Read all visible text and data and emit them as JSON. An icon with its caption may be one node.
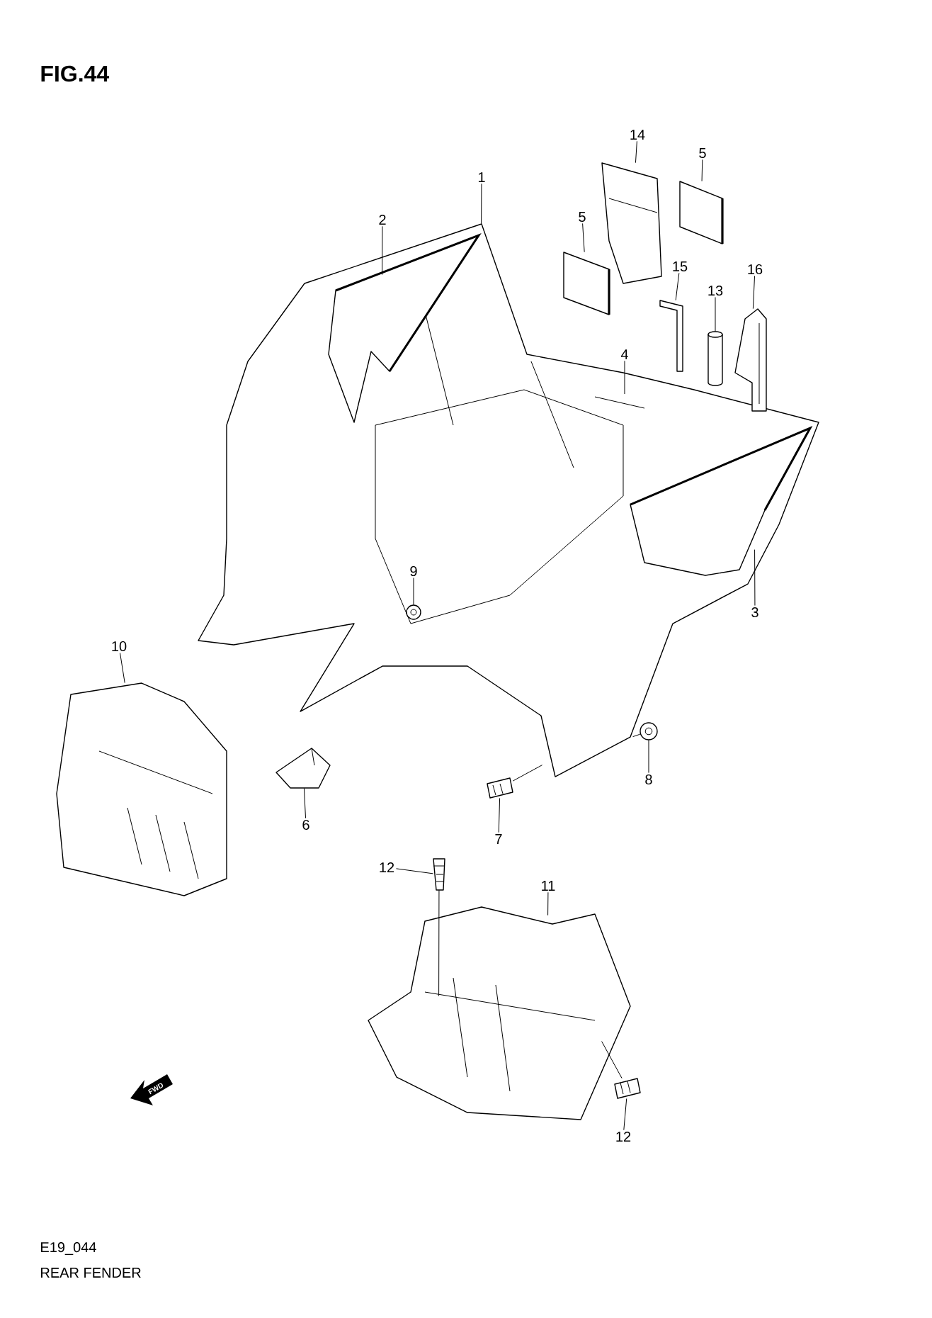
{
  "diagram": {
    "title": "FIG.44",
    "caption": "REAR FENDER",
    "nodes": [
      {
        "text": [
          "1"
        ]
      },
      {
        "text": [],
        "shape": "picture"
      },
      {
        "text": [
          "2"
        ]
      },
      {
        "text": [],
        "shape": "picture",
        "in": 1
      },
      {
        "text": [
          "14"
        ]
      },
      {
        "text": [],
        "shape": "picture"
      },
      {
        "text": [
          "5"
        ]
      },
      {
        "text": [],
        "shape": "box"
      },
      {
        "text": [
          "5"
        ]
      },
      {
        "text": [],
        "shape": "box"
      },
      {
        "text": [
          "15"
        ]
      },
      {
        "text": [],
        "shape": "picture"
      },
      {
        "text": [
          "16"
        ]
      },
      {
        "text": [],
        "shape": "picture"
      },
      {
        "text": [
          "13"
        ]
      },
      {
        "text": [],
        "shape": "cylinder"
      },
      {
        "text": [
          "4"
        ]
      },
      {
        "text": [
          "3"
        ]
      },
      {
        "text": [],
        "shape": "picture",
        "in": 1
      },
      {
        "text": [
          "9"
        ],
        "in": 1
      },
      {
        "text": [],
        "shape": "circle",
        "in": 1
      },
      {
        "text": [
          "10"
        ]
      },
      {
        "text": [],
        "shape": "picture"
      },
      {
        "text": [
          "6"
        ]
      },
      {
        "text": [],
        "shape": "picture"
      },
      {
        "text": [
          "8"
        ]
      },
      {
        "text": [],
        "shape": "circle"
      },
      {
        "text": [
          "7"
        ]
      },
      {
        "text": [],
        "shape": "picture"
      },
      {
        "text": [
          "12"
        ]
      },
      {
        "text": [],
        "shape": "picture"
      },
      {
        "text": [
          "11"
        ]
      },
      {
        "text": [],
        "shape": "picture"
      },
      {
        "text": [
          "12"
        ]
      },
      {
        "text": [],
        "shape": "picture"
      }
    ],
    "edges": [
      {
        "from": 0,
        "to": 1,
        "arrow": "none"
      },
      {
        "from": 2,
        "to": 3,
        "arrow": "none"
      },
      {
        "from": 4,
        "to": 5,
        "arrow": "none"
      },
      {
        "from": 6,
        "to": 7,
        "arrow": "none"
      },
      {
        "from": 8,
        "to": 9,
        "arrow": "none"
      },
      {
        "from": 10,
        "to": 11,
        "arrow": "none"
      },
      {
        "from": 12,
        "to": 13,
        "arrow": "none"
      },
      {
        "from": 14,
        "to": 15,
        "arrow": "none"
      },
      {
        "from": 16,
        "to": null,
        "arrow": "none"
      },
      {
        "from": 17,
        "to": 18,
        "arrow": "none"
      },
      {
        "from": 19,
        "to": 20,
        "arrow": "none"
      },
      {
        "from": 21,
        "to": 22,
        "arrow": "none"
      },
      {
        "from": 23,
        "to": 24,
        "arrow": "none"
      },
      {
        "from": 25,
        "to": 26,
        "arrow": "none"
      },
      {
        "from": 27,
        "to": 28,
        "arrow": "none"
      },
      {
        "from": 29,
        "to": 30,
        "arrow": "none"
      },
      {
        "from": 31,
        "to": 32,
        "arrow": "none"
      },
      {
        "from": 33,
        "to": 34,
        "arrow": "none"
      },
      {
        "from": 28,
        "to": 1,
        "arrow": "none"
      },
      {
        "from": 26,
        "to": 1,
        "arrow": "none"
      },
      {
        "from": 30,
        "to": 32,
        "arrow": "none"
      },
      {
        "from": 34,
        "to": 32,
        "arrow": "none"
      }
    ],
    "labels": [
      "FWD",
      "E19_044"
    ]
  }
}
